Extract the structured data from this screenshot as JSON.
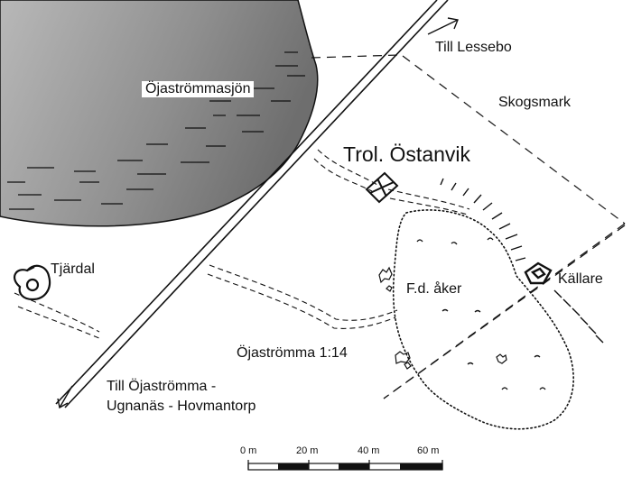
{
  "labels": {
    "lake": "Öjaströmmasjön",
    "to_lessebo": "Till Lessebo",
    "forest": "Skogsmark",
    "site_title": "Trol. Östanvik",
    "tar_pit": "Tjärdal",
    "cellar": "Källare",
    "former_field": "F.d. åker",
    "property": "Öjaströmma 1:14",
    "to_south_line1": "Till Öjaströmma -",
    "to_south_line2": "Ugnanäs - Hovmantorp"
  },
  "scale_bar": {
    "unit": "m",
    "ticks": [
      "0 m",
      "20 m",
      "40 m",
      "60 m"
    ]
  },
  "colors": {
    "ink": "#111111",
    "lake_fill": "#9a9a9a",
    "background": "#ffffff"
  }
}
